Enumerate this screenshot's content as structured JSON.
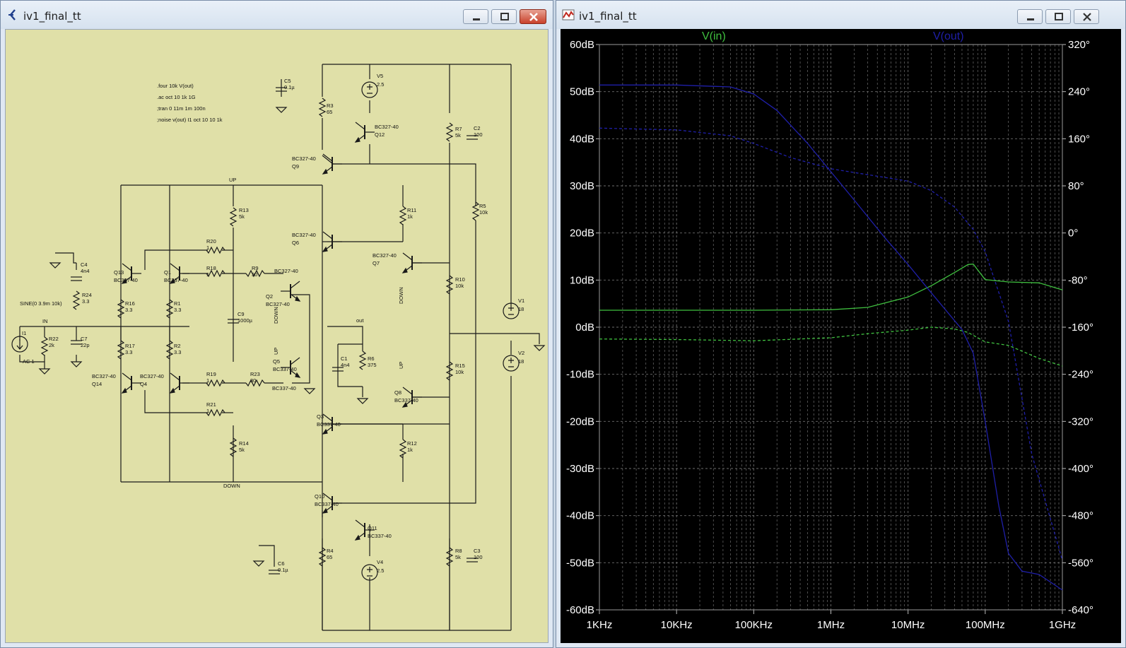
{
  "schematic_window": {
    "title": "iv1_final_tt",
    "directives": [
      ".four 10k V(out)",
      ".ac oct 10 1k 1G",
      ";tran 0 11m 1m 100n",
      ";noise v(out) I1 oct 10 10 1k"
    ],
    "source_label": "SINE(0 3.9m 10k)",
    "ac_label": "AC 1",
    "nets": {
      "in": "IN",
      "up": "UP",
      "down": "DOWN",
      "out": "out"
    },
    "parts": [
      {
        "ref": "C5",
        "val": "0.1µ"
      },
      {
        "ref": "V5",
        "val": "2.5"
      },
      {
        "ref": "R3",
        "val": "65"
      },
      {
        "ref": "Q12",
        "val": "BC327-40"
      },
      {
        "ref": "R7",
        "val": "5k"
      },
      {
        "ref": "C2",
        "val": "100"
      },
      {
        "ref": "Q9",
        "val": "BC327-40"
      },
      {
        "ref": "R13",
        "val": "5k"
      },
      {
        "ref": "R11",
        "val": "1k"
      },
      {
        "ref": "R5",
        "val": "10k"
      },
      {
        "ref": "Q6",
        "val": "BC327-40"
      },
      {
        "ref": "Q7",
        "val": "BC327-40"
      },
      {
        "ref": "R20",
        "val": "1"
      },
      {
        "ref": "R18",
        "val": "1"
      },
      {
        "ref": "R9",
        "val": "30"
      },
      {
        "ref": "Q2",
        "val": "BC327-40"
      },
      {
        "ref": "Q13",
        "val": "BC337-40"
      },
      {
        "ref": "Q1",
        "val": "BC337-40"
      },
      {
        "ref": "C4",
        "val": "4n4"
      },
      {
        "ref": "R24",
        "val": "3.3"
      },
      {
        "ref": "R16",
        "val": "3.3"
      },
      {
        "ref": "R1",
        "val": "3.3"
      },
      {
        "ref": "R10",
        "val": "10k"
      },
      {
        "ref": "C9",
        "val": "1000µ"
      },
      {
        "ref": "V1",
        "val": "18"
      },
      {
        "ref": "I1",
        "val": ""
      },
      {
        "ref": "R22",
        "val": "2k"
      },
      {
        "ref": "C7",
        "val": "22p"
      },
      {
        "ref": "R17",
        "val": "3.3"
      },
      {
        "ref": "R2",
        "val": "3.3"
      },
      {
        "ref": "C1",
        "val": "4n4"
      },
      {
        "ref": "R6",
        "val": "375"
      },
      {
        "ref": "Q5",
        "val": "BC337-40"
      },
      {
        "ref": "V2",
        "val": "18"
      },
      {
        "ref": "Q14",
        "val": "BC327-40"
      },
      {
        "ref": "Q4",
        "val": "BC327-40"
      },
      {
        "ref": "R19",
        "val": "1"
      },
      {
        "ref": "R23",
        "val": "30"
      },
      {
        "ref": "R15",
        "val": "10k"
      },
      {
        "ref": "Q8",
        "val": "BC337-40"
      },
      {
        "ref": "R21",
        "val": "1"
      },
      {
        "ref": "Q3",
        "val": "BC337-40"
      },
      {
        "ref": "R14",
        "val": "5k"
      },
      {
        "ref": "R12",
        "val": "1k"
      },
      {
        "ref": "Q10",
        "val": "BC337-40"
      },
      {
        "ref": "Q11",
        "val": "BC337-40"
      },
      {
        "ref": "R4",
        "val": "65"
      },
      {
        "ref": "C6",
        "val": "0.1µ"
      },
      {
        "ref": "V4",
        "val": "2.5"
      },
      {
        "ref": "R8",
        "val": "5k"
      },
      {
        "ref": "C3",
        "val": "100"
      }
    ],
    "colors": {
      "background": "#e0e0a8",
      "wire": "#1a1a1a"
    }
  },
  "plot_window": {
    "title": "iv1_final_tt",
    "colors": {
      "background": "#000000",
      "grid": "#6e6e6e",
      "axis_text": "#ffffff",
      "vin": "#3fbf3f",
      "vout": "#1f1fa8"
    },
    "chart_data": {
      "type": "line",
      "x_scale": "log",
      "xlim": [
        1000,
        1000000000
      ],
      "x_ticks": [
        "1KHz",
        "10KHz",
        "100KHz",
        "1MHz",
        "10MHz",
        "100MHz",
        "1GHz"
      ],
      "y_left_ticks": [
        "60dB",
        "50dB",
        "40dB",
        "30dB",
        "20dB",
        "10dB",
        "0dB",
        "-10dB",
        "-20dB",
        "-30dB",
        "-40dB",
        "-50dB",
        "-60dB"
      ],
      "y_right_ticks": [
        "320°",
        "240°",
        "160°",
        "80°",
        "0°",
        "-80°",
        "-160°",
        "-240°",
        "-320°",
        "-400°",
        "-480°",
        "-560°",
        "-640°"
      ],
      "ylim_db": [
        -60,
        60
      ],
      "ylim_phase": [
        -640,
        320
      ],
      "series": [
        {
          "name": "V(in)",
          "quantity": "magnitude",
          "units": "dB",
          "x": [
            1000,
            10000,
            100000,
            1000000,
            3000000,
            10000000,
            20000000,
            40000000,
            60000000,
            70000000,
            100000000,
            200000000,
            500000000,
            1000000000
          ],
          "y": [
            3.6,
            3.6,
            3.6,
            3.7,
            4.2,
            6.4,
            8.8,
            11.6,
            13.3,
            13.4,
            10.1,
            9.6,
            9.4,
            7.9
          ]
        },
        {
          "name": "V(in)",
          "quantity": "phase",
          "units": "deg",
          "x": [
            1000,
            10000,
            100000,
            1000000,
            3000000,
            10000000,
            20000000,
            40000000,
            60000000,
            100000000,
            200000000,
            500000000,
            1000000000
          ],
          "y": [
            -180,
            -181,
            -183,
            -178,
            -171,
            -165,
            -160,
            -163,
            -169,
            -185,
            -191,
            -213,
            -226
          ]
        },
        {
          "name": "V(out)",
          "quantity": "magnitude",
          "units": "dB",
          "x": [
            1000,
            10000,
            50000,
            100000,
            200000,
            500000,
            1000000,
            2000000,
            5000000,
            10000000,
            20000000,
            50000000,
            70000000,
            100000000,
            150000000,
            200000000,
            300000000,
            500000000,
            1000000000
          ],
          "y": [
            51.4,
            51.4,
            51.0,
            49.5,
            46.0,
            39.0,
            33.0,
            27.0,
            19.0,
            13.3,
            7.3,
            -0.5,
            -5.5,
            -20.0,
            -38.0,
            -48.0,
            -51.8,
            -52.5,
            -55.8
          ]
        },
        {
          "name": "V(out)",
          "quantity": "phase",
          "units": "deg",
          "x": [
            1000,
            10000,
            50000,
            100000,
            300000,
            1000000,
            3000000,
            10000000,
            20000000,
            40000000,
            70000000,
            100000000,
            200000000,
            400000000,
            1000000000
          ],
          "y": [
            178,
            175,
            165,
            152,
            128,
            109,
            99,
            88,
            72,
            44,
            6,
            -32,
            -150,
            -375,
            -556
          ]
        }
      ]
    }
  }
}
